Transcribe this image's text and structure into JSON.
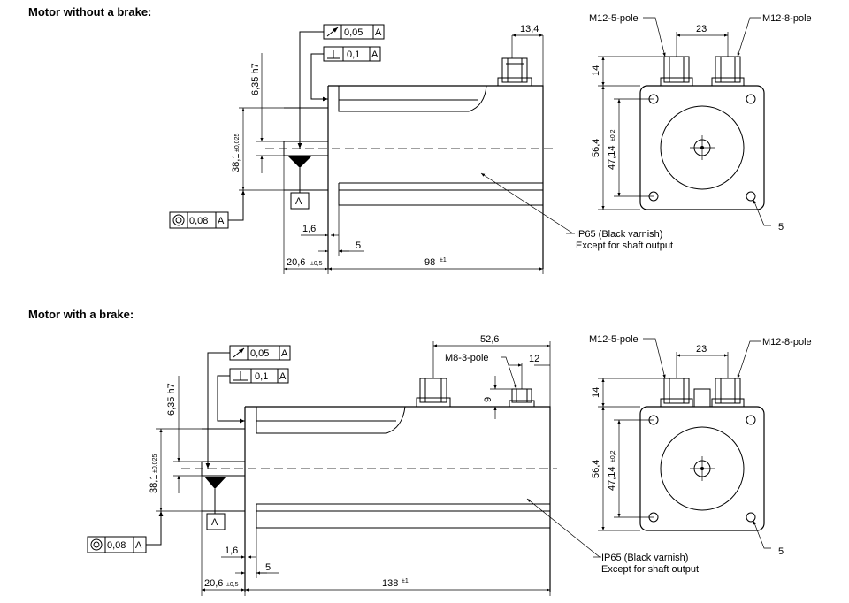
{
  "sections": [
    {
      "title": "Motor without a brake:",
      "tol_runout": "0,05",
      "tol_perp": "0,1",
      "tol_concentric": "0,08",
      "datum": "A",
      "dim_shaft_dia": "6,35 h7",
      "dim_flange_dia": "38,1",
      "dim_flange_dia_tol": "±0,025",
      "dim_shaft_len": "20,6",
      "dim_shaft_len_tol": "±0,5",
      "dim_step": "1,6",
      "dim_5": "5",
      "dim_body_len": "98",
      "dim_body_len_tol": "±1",
      "dim_connector": "13,4",
      "note_line1": "IP65 (Black varnish)",
      "note_line2": "Except for shaft output",
      "front_conn_left": "M12-5-pole",
      "front_conn_right": "M12-8-pole",
      "front_dim_spacing": "23",
      "front_dim_14": "14",
      "front_dim_square": "56,4",
      "front_dim_bolt": "47,14",
      "front_dim_bolt_tol": "±0,2",
      "front_dim_hole": "5"
    },
    {
      "title": "Motor with a brake:",
      "tol_runout": "0,05",
      "tol_perp": "0,1",
      "tol_concentric": "0,08",
      "datum": "A",
      "dim_shaft_dia": "6,35 h7",
      "dim_flange_dia": "38,1",
      "dim_flange_dia_tol": "±0,025",
      "dim_shaft_len": "20,6",
      "dim_shaft_len_tol": "±0,5",
      "dim_step": "1,6",
      "dim_5": "5",
      "dim_body_len": "138",
      "dim_body_len_tol": "±1",
      "dim_brake_conn_pos": "52,6",
      "brake_conn_label": "M8-3-pole",
      "dim_brake_conn_w": "12",
      "dim_brake_conn_h": "9",
      "note_line1": "IP65 (Black varnish)",
      "note_line2": "Except for shaft output",
      "front_conn_left": "M12-5-pole",
      "front_conn_right": "M12-8-pole",
      "front_dim_spacing": "23",
      "front_dim_14": "14",
      "front_dim_square": "56,4",
      "front_dim_bolt": "47,14",
      "front_dim_bolt_tol": "±0,2",
      "front_dim_hole": "5"
    }
  ]
}
